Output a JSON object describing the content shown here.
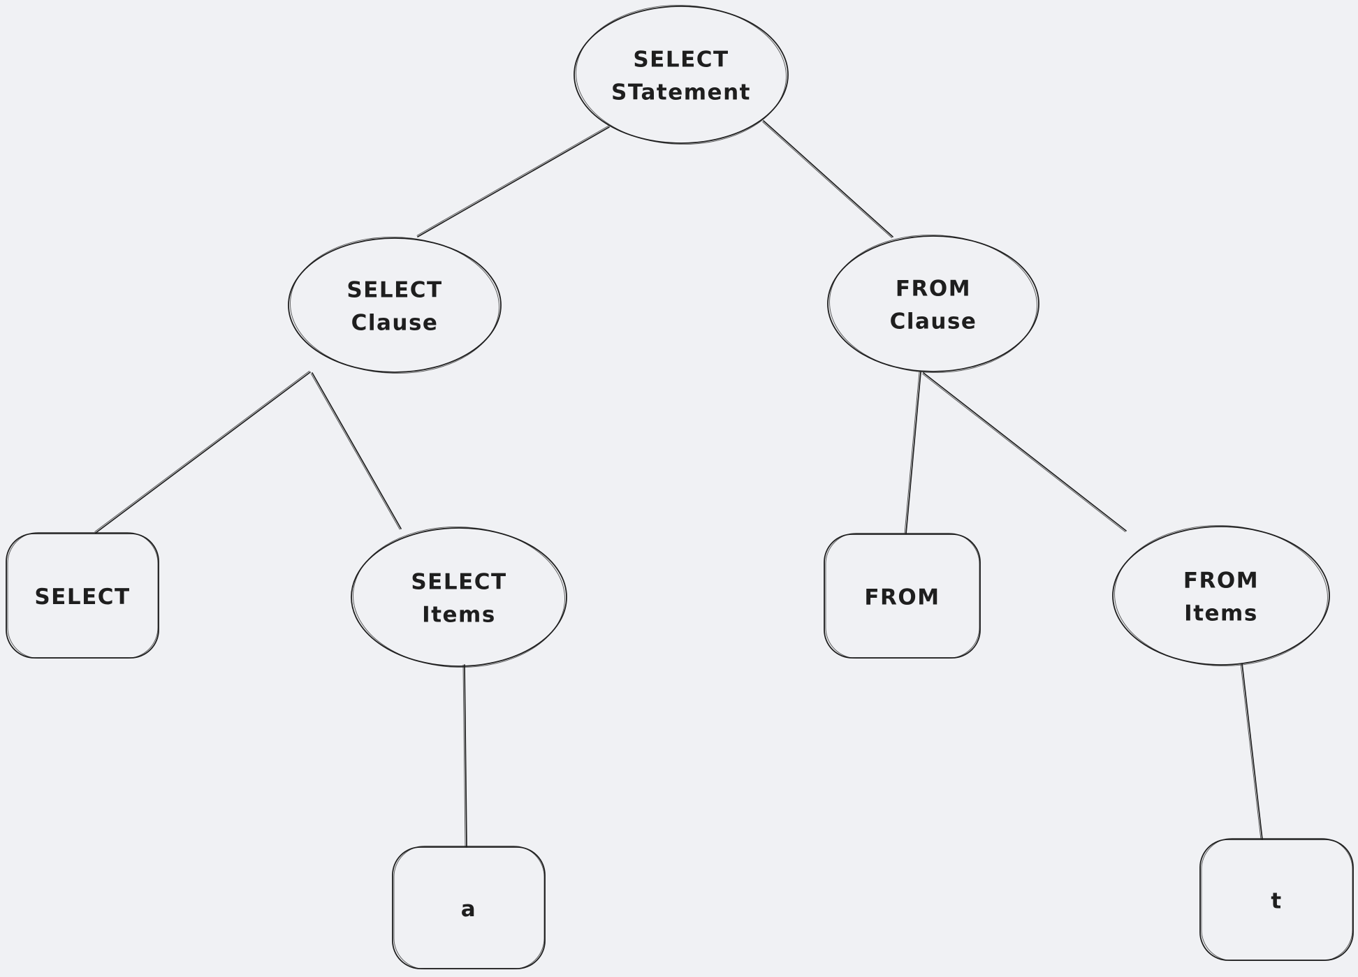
{
  "canvas": {
    "background_color": "#f0f1f4",
    "stroke_color": "#1e1e1e",
    "text_color": "#1e1e1e"
  },
  "diagram": {
    "description": "Hand-drawn parse tree of a SQL SELECT statement",
    "nodes": [
      {
        "id": "select-statement",
        "shape": "ellipse",
        "label_lines": [
          "SELECT",
          "STatement"
        ]
      },
      {
        "id": "select-clause",
        "shape": "ellipse",
        "label_lines": [
          "SELECT",
          "Clause"
        ]
      },
      {
        "id": "from-clause",
        "shape": "ellipse",
        "label_lines": [
          "FROM",
          "Clause"
        ]
      },
      {
        "id": "select-keyword",
        "shape": "rectangle",
        "label_lines": [
          "SELECT"
        ]
      },
      {
        "id": "select-items",
        "shape": "ellipse",
        "label_lines": [
          "SELECT",
          "Items"
        ]
      },
      {
        "id": "from-keyword",
        "shape": "rectangle",
        "label_lines": [
          "FROM"
        ]
      },
      {
        "id": "from-items",
        "shape": "ellipse",
        "label_lines": [
          "FROM",
          "Items"
        ]
      },
      {
        "id": "select-item-a",
        "shape": "rectangle",
        "label_lines": [
          "a"
        ]
      },
      {
        "id": "from-item-t",
        "shape": "rectangle",
        "label_lines": [
          "t"
        ]
      }
    ],
    "edges": [
      {
        "from": "select-statement",
        "to": "select-clause"
      },
      {
        "from": "select-statement",
        "to": "from-clause"
      },
      {
        "from": "select-clause",
        "to": "select-keyword"
      },
      {
        "from": "select-clause",
        "to": "select-items"
      },
      {
        "from": "from-clause",
        "to": "from-keyword"
      },
      {
        "from": "from-clause",
        "to": "from-items"
      },
      {
        "from": "select-items",
        "to": "select-item-a"
      },
      {
        "from": "from-items",
        "to": "from-item-t"
      }
    ]
  }
}
